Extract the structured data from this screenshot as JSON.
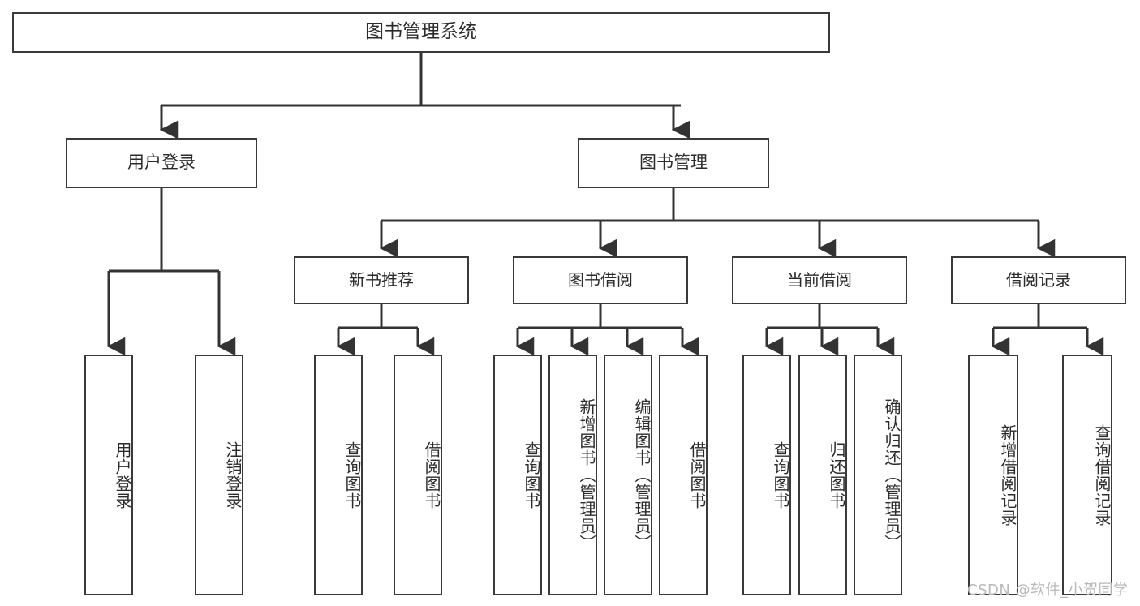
{
  "diagram": {
    "title": "图书管理系统",
    "type": "tree-hierarchy",
    "watermark": "CSDN @软件_小贺同学",
    "colors": {
      "border": "#3a3a3a",
      "text": "#2b2b2b",
      "background": "#ffffff",
      "connector": "#333333",
      "watermark": "#b9b9b9"
    },
    "root": {
      "label": "图书管理系统"
    },
    "level1": [
      {
        "label": "用户登录"
      },
      {
        "label": "图书管理"
      }
    ],
    "level2": [
      {
        "label": "新书推荐"
      },
      {
        "label": "图书借阅"
      },
      {
        "label": "当前借阅"
      },
      {
        "label": "借阅记录"
      }
    ],
    "leaves": {
      "user_login": [
        {
          "label": "用户登录"
        },
        {
          "label": "注销登录"
        }
      ],
      "new_book_recommend": [
        {
          "label": "查询图书"
        },
        {
          "label": "借阅图书"
        }
      ],
      "book_borrow": [
        {
          "label": "查询图书"
        },
        {
          "label": "新增图书（管理员）"
        },
        {
          "label": "编辑图书（管理员）"
        },
        {
          "label": "借阅图书"
        }
      ],
      "current_borrow": [
        {
          "label": "查询图书"
        },
        {
          "label": "归还图书"
        },
        {
          "label": "确认归还（管理员）"
        }
      ],
      "borrow_record": [
        {
          "label": "新增借阅记录"
        },
        {
          "label": "查询借阅记录"
        }
      ]
    }
  }
}
